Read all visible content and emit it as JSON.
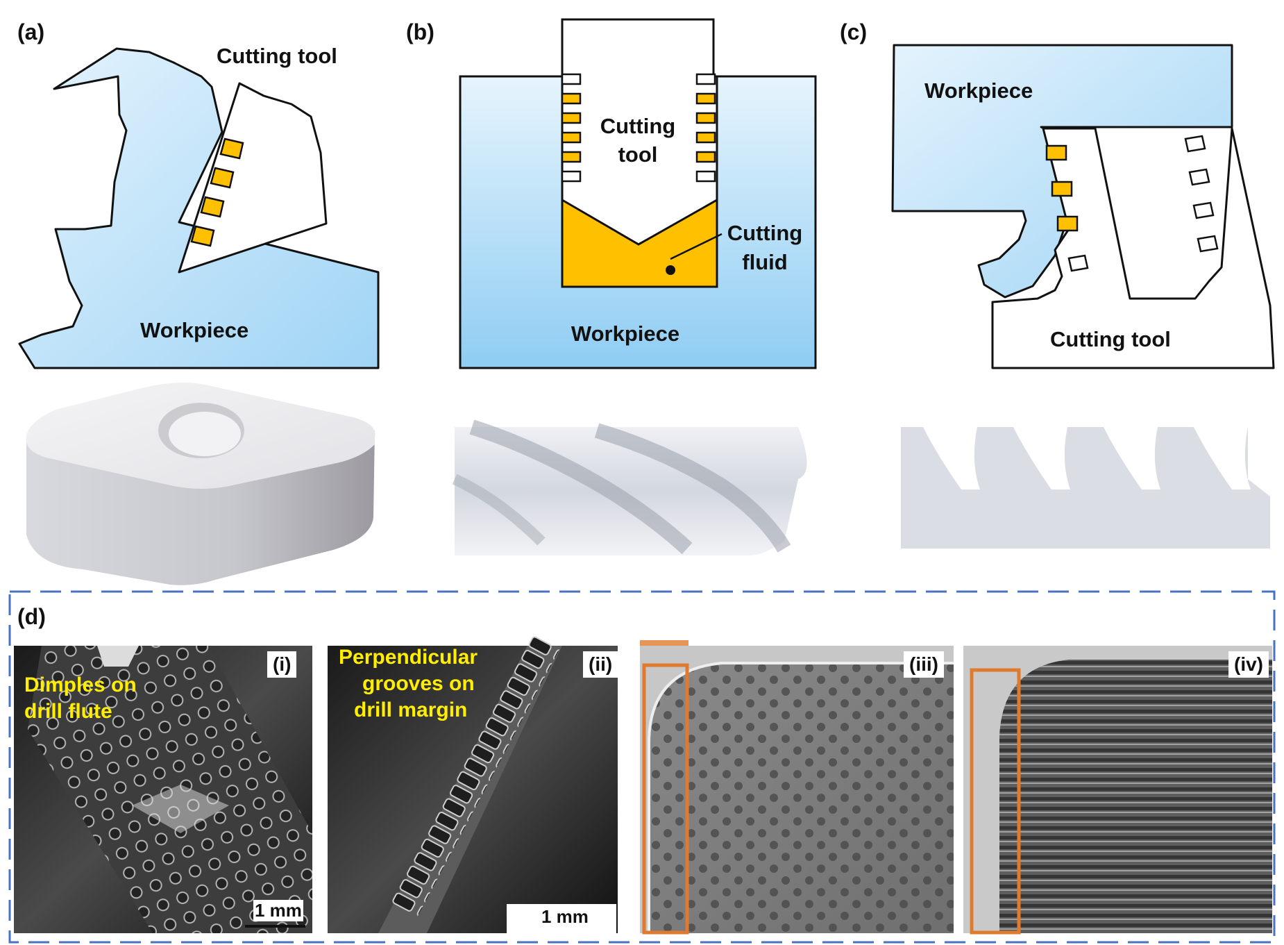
{
  "panels": {
    "a": {
      "tag": "(a)",
      "tool_label": "Cutting tool",
      "workpiece_label": "Workpiece"
    },
    "b": {
      "tag": "(b)",
      "tool_label_line1": "Cutting",
      "tool_label_line2": "tool",
      "fluid_label_line1": "Cutting",
      "fluid_label_line2": "fluid",
      "workpiece_label": "Workpiece"
    },
    "c": {
      "tag": "(c)",
      "workpiece_label": "Workpiece",
      "tool_label": "Cutting tool"
    },
    "d": {
      "tag": "(d)",
      "images": [
        {
          "tag": "(i)",
          "caption_line1": "Dimples on",
          "caption_line2": "drill flute",
          "scale": "1 mm"
        },
        {
          "tag": "(ii)",
          "caption_line1": "Perpendicular",
          "caption_line2": "grooves on",
          "caption_line3": "drill margin",
          "scale": "1 mm"
        },
        {
          "tag": "(iii)"
        },
        {
          "tag": "(iv)"
        }
      ]
    }
  },
  "colors": {
    "workpiece_light": "#dff0fc",
    "workpiece_dark": "#9fd4f5",
    "texture_orange": "#ffc000",
    "dashed_border": "#4a72c2",
    "highlight_box": "#e07a2e",
    "caption_yellow": "#ffee00"
  }
}
